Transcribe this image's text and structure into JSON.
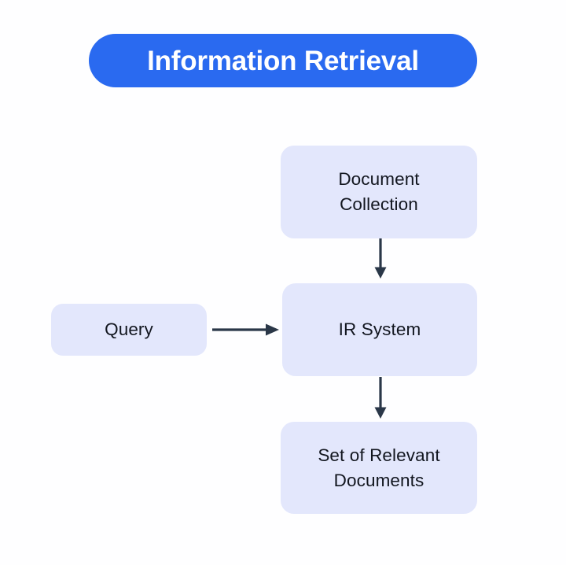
{
  "diagram": {
    "title": "Information Retrieval",
    "background_color": "#fefeff",
    "accent_color": "#2a6af0",
    "node_fill_color": "#e3e7fc",
    "node_text_color": "#12161f",
    "arrow_color": "#2a3748",
    "nodes": [
      {
        "id": "document-collection",
        "label": "Document\nCollection"
      },
      {
        "id": "query",
        "label": "Query"
      },
      {
        "id": "ir-system",
        "label": "IR System"
      },
      {
        "id": "relevant-documents",
        "label": "Set of Relevant\nDocuments"
      }
    ],
    "edges": [
      {
        "id": "collection-to-system",
        "from": "document-collection",
        "to": "ir-system",
        "direction": "down"
      },
      {
        "id": "query-to-system",
        "from": "query",
        "to": "ir-system",
        "direction": "right"
      },
      {
        "id": "system-to-results",
        "from": "ir-system",
        "to": "relevant-documents",
        "direction": "down"
      }
    ]
  }
}
